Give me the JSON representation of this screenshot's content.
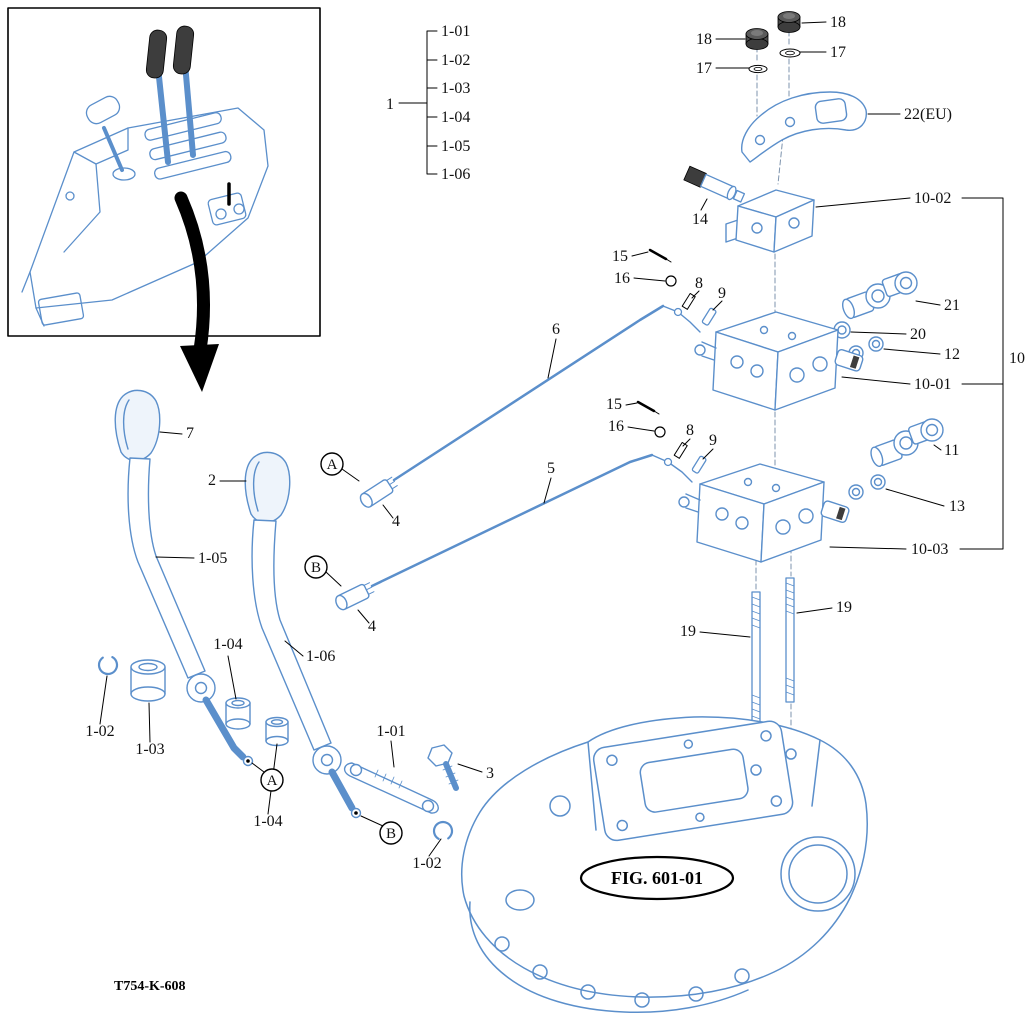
{
  "figure": {
    "caption": "FIG. 601-01",
    "code": "T754-K-608"
  },
  "colors": {
    "diagram_blue": "#5b8fcb",
    "label_black": "#000000"
  },
  "parts_group": {
    "label": "1",
    "items": [
      "1-01",
      "1-02",
      "1-03",
      "1-04",
      "1-05",
      "1-06"
    ]
  },
  "labels": {
    "n18_right": "18",
    "n17_right": "17",
    "n18_left": "18",
    "n17_left": "17",
    "n22eu": "22(EU)",
    "n14": "14",
    "n10_02": "10-02",
    "n15_upper": "15",
    "n16_upper": "16",
    "n8_upper": "8",
    "n9_upper": "9",
    "n6": "6",
    "n21": "21",
    "n20": "20",
    "n12": "12",
    "n10": "10",
    "n10_01": "10-01",
    "n15_lower": "15",
    "n16_lower": "16",
    "n8_lower": "8",
    "n9_lower": "9",
    "n5": "5",
    "n11": "11",
    "n13": "13",
    "n10_03": "10-03",
    "n19_right": "19",
    "n19_left": "19",
    "n7": "7",
    "n2": "2",
    "n4_upper": "4",
    "n4_lower": "4",
    "n1_05": "1-05",
    "n1_04_upper": "1-04",
    "n1_06": "1-06",
    "n1_02_left": "1-02",
    "n1_03": "1-03",
    "n1_04_lower": "1-04",
    "n1_01": "1-01",
    "n3": "3",
    "n1_02_bottom": "1-02"
  },
  "balloons": {
    "a_upper": "A",
    "b_upper": "B",
    "a_lower": "A",
    "b_lower": "B"
  }
}
